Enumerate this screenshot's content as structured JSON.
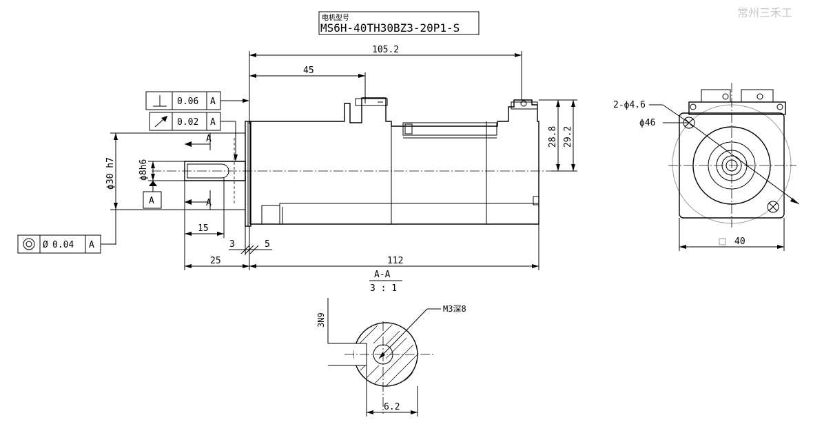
{
  "title_block": {
    "label_cn": "电机型号",
    "model": "MS6H-40TH30BZ3-20P1-S"
  },
  "watermark": "常州三禾工",
  "dimensions": {
    "overall_length": "105.2",
    "d45": "45",
    "body_length": "112",
    "shaft_length": "25",
    "key_length": "15",
    "d3": "3",
    "d5": "5",
    "h28_8": "28.8",
    "h29_2": "29.2",
    "shaft_dia": "ϕ8h6",
    "pilot_dia": "ϕ30 h7",
    "hole_spec": "2-ϕ4.6",
    "bolt_circle": "ϕ46",
    "flange_square": "40",
    "key_height": "6.2",
    "key_width_n9": "3N9",
    "thread": "M3深8"
  },
  "tolerances": {
    "perpendicularity": {
      "value": "0.06",
      "datum": "A"
    },
    "runout": {
      "value": "0.02",
      "datum": "A"
    },
    "concentricity": {
      "value": "0.04",
      "datum": "A",
      "dia": "Ø"
    }
  },
  "datum": {
    "label": "A",
    "section_a_top": "A",
    "section_a_bottom": "A"
  },
  "section": {
    "name": "A-A",
    "scale": "3 : 1"
  }
}
